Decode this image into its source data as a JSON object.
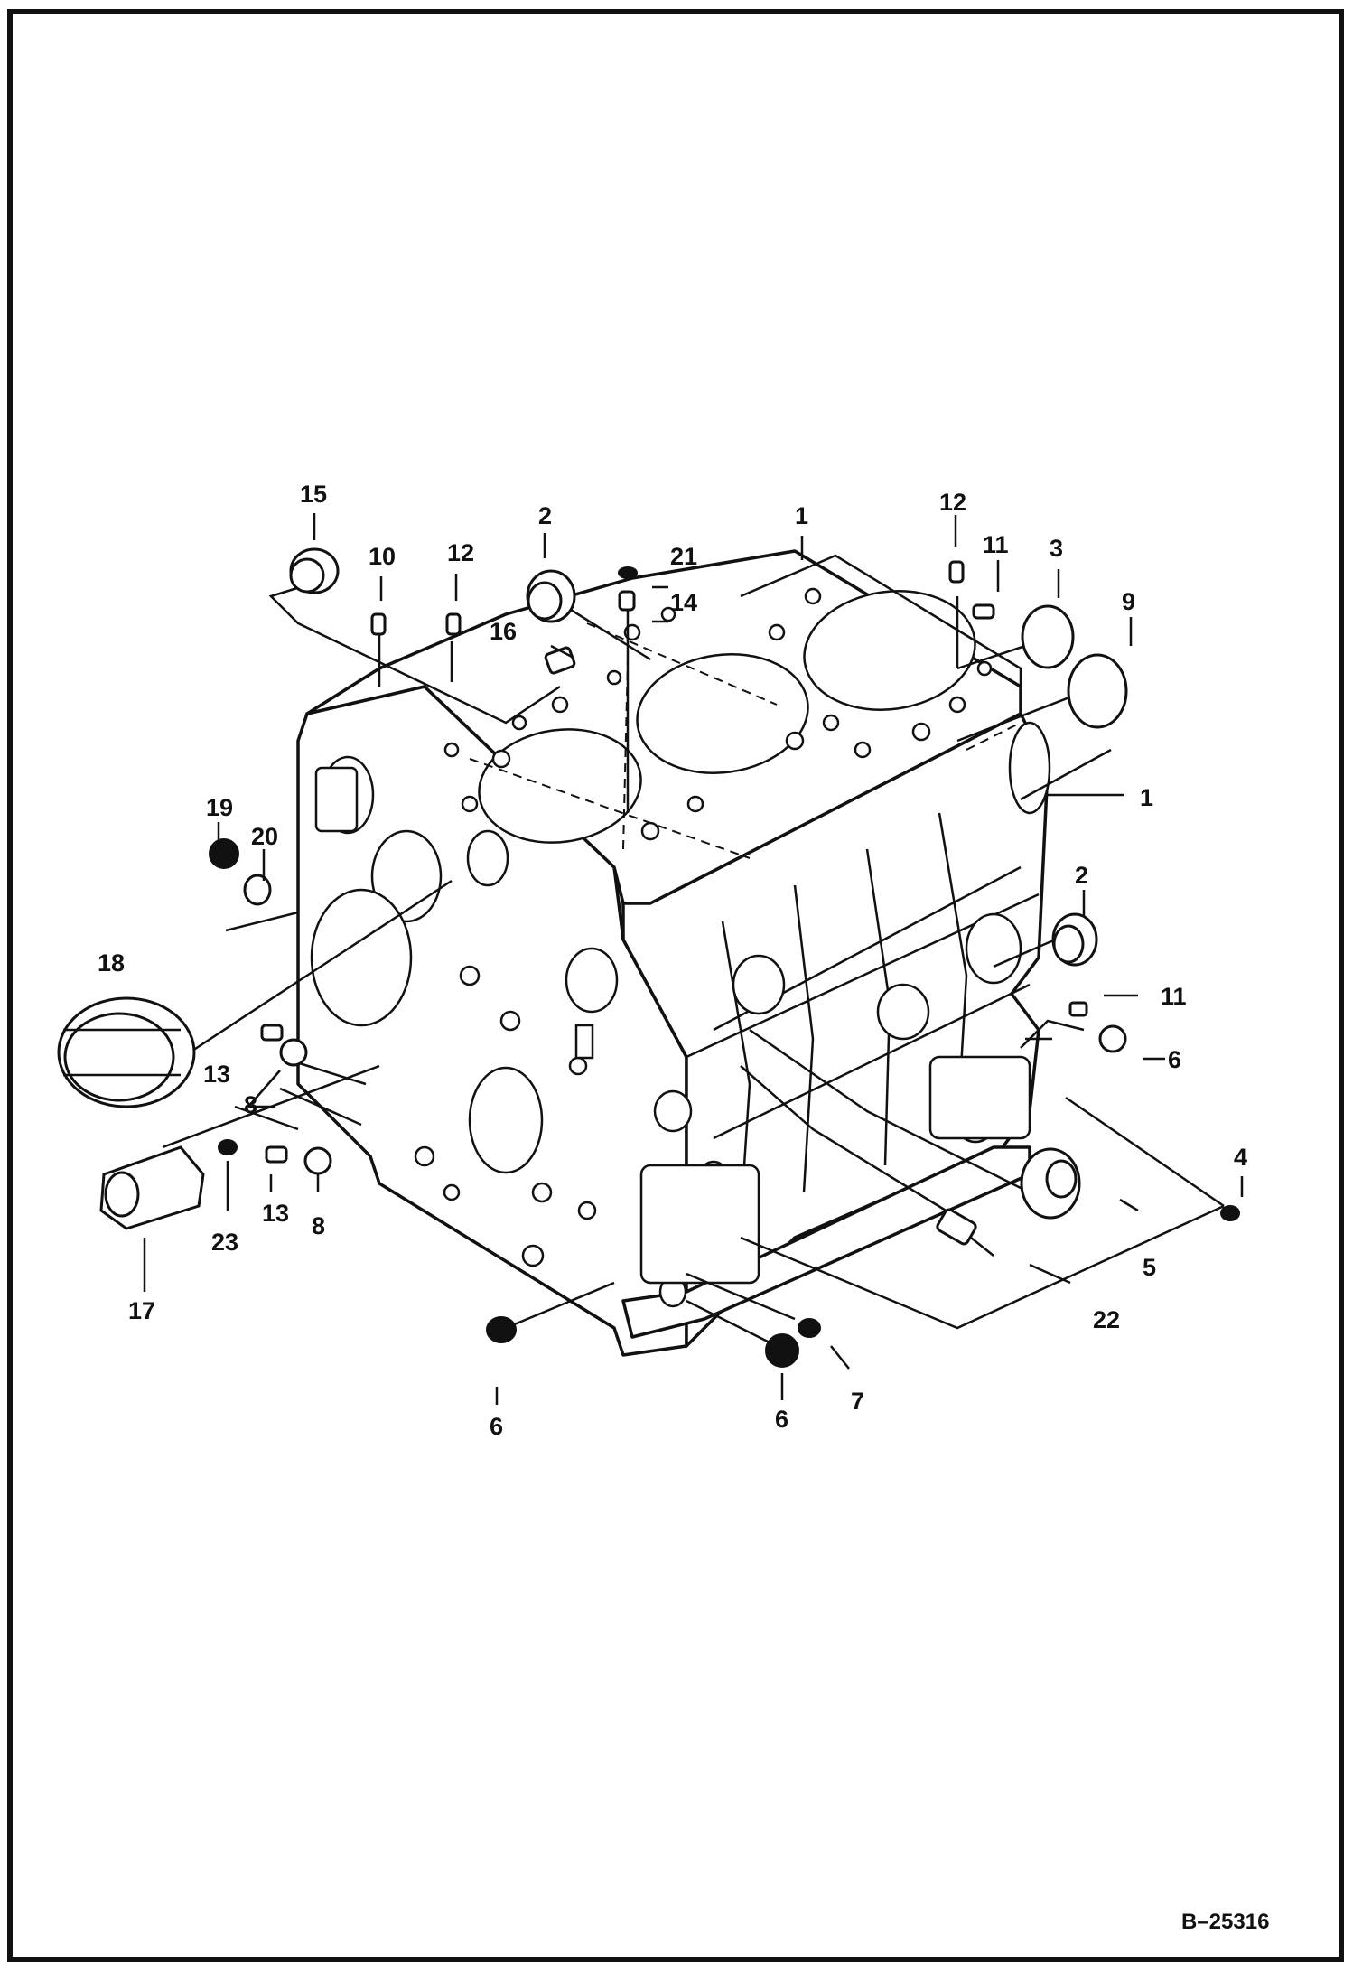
{
  "reference_code": "B–25316",
  "callouts": {
    "c1a": "1",
    "c1b": "1",
    "c2a": "2",
    "c2b": "2",
    "c3": "3",
    "c4": "4",
    "c5": "5",
    "c6a": "6",
    "c6b": "6",
    "c6c": "6",
    "c7": "7",
    "c8a": "8",
    "c8b": "8",
    "c9": "9",
    "c10": "10",
    "c11a": "11",
    "c11b": "11",
    "c12a": "12",
    "c12b": "12",
    "c13a": "13",
    "c13b": "13",
    "c14": "14",
    "c15": "15",
    "c16": "16",
    "c17": "17",
    "c18": "18",
    "c19": "19",
    "c20": "20",
    "c21": "21",
    "c22": "22",
    "c23": "23"
  }
}
